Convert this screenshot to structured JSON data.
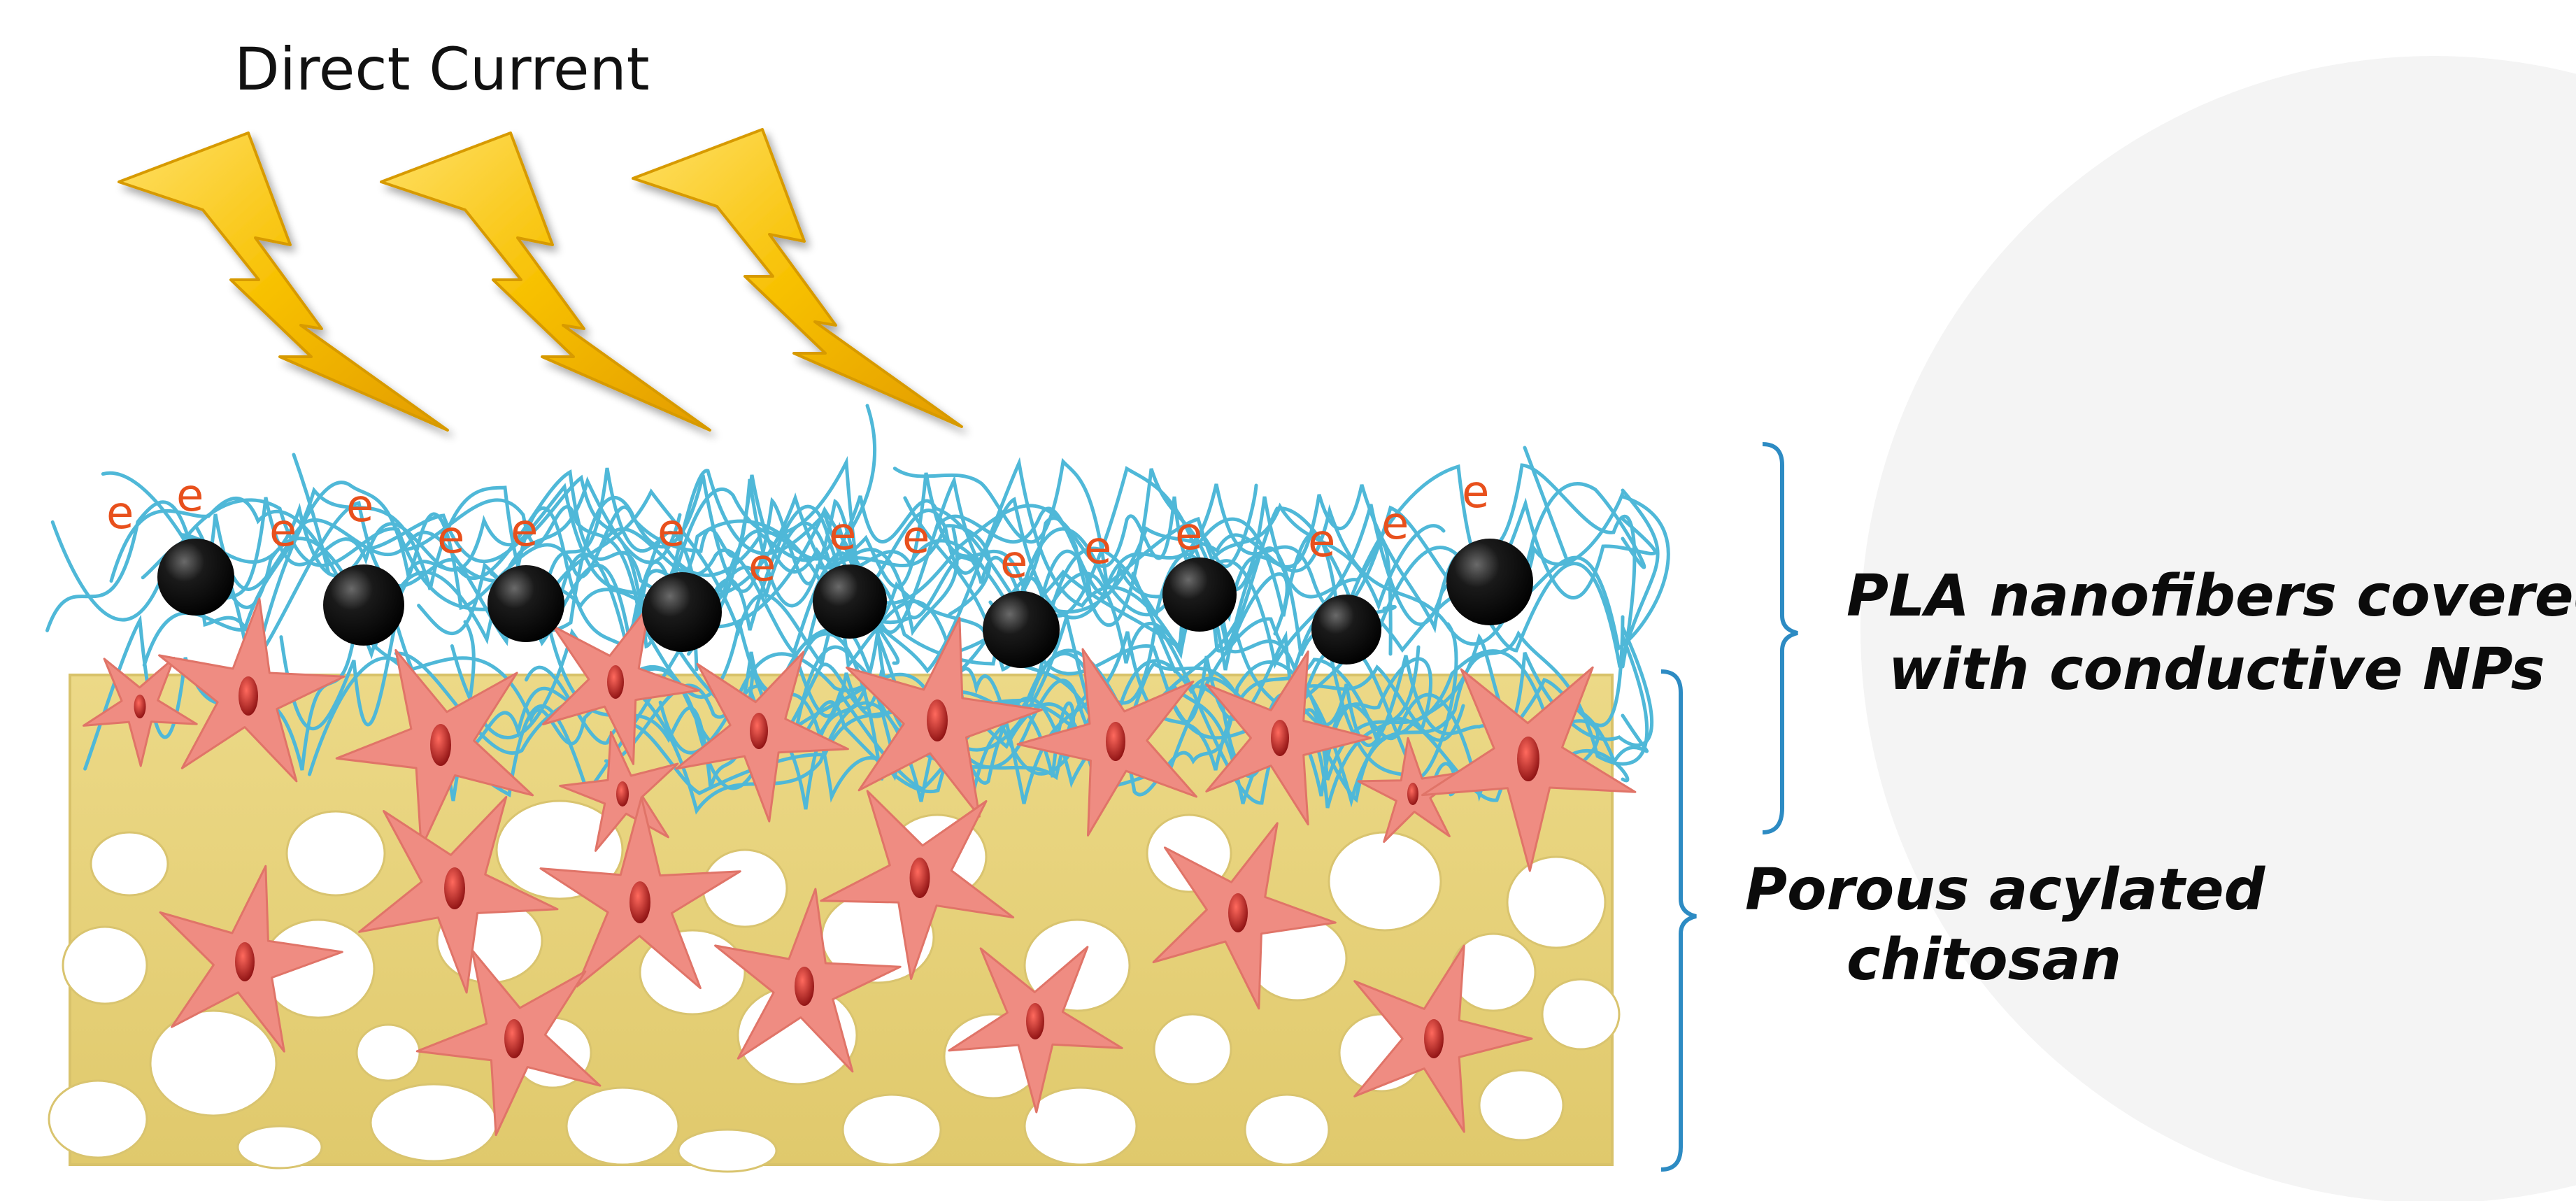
{
  "title": "Direct Current",
  "labels": {
    "nanofibers_line1": "PLA nanofibers covered",
    "nanofibers_line2": "with conductive NPs",
    "chitosan_line1": "Porous acylated",
    "chitosan_line2": "chitosan"
  },
  "electron_symbol": "e",
  "icons": {
    "lightning": "lightning-bolt-icon",
    "nanoparticle": "conductive-nanoparticle-icon",
    "cell": "cell-icon"
  },
  "colors": {
    "lightning": "#f7c000",
    "lightning_edge": "#d79a00",
    "fiber": "#4fb8d8",
    "nanoparticle": "#111111",
    "cell": "#ef8c82",
    "nucleus": "#b2191b",
    "scaffold": "#e6d27a",
    "pore": "#ffffff",
    "bracket": "#2d8bc3",
    "electron": "#e8501c"
  }
}
